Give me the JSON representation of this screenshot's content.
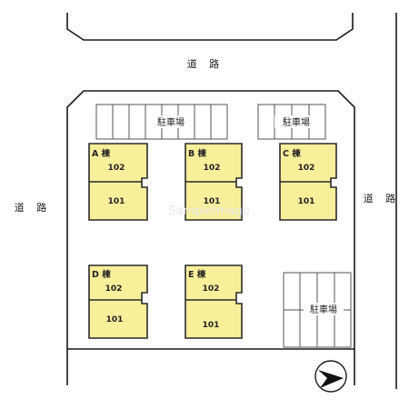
{
  "colors": {
    "building_fill": "#f7ef9a",
    "building_stroke": "#2a2a2a",
    "line": "#1a1a1a",
    "parking_stroke": "#555555"
  },
  "labels": {
    "road_top": "道 路",
    "road_left": "道 路",
    "road_right": "道 路",
    "parking_top_left": "駐車場",
    "parking_top_right": "駐車場",
    "parking_bottom_right": "駐車場",
    "watermark": "SampleImage"
  },
  "buildings": [
    {
      "name": "A 棟",
      "upper_unit": "102",
      "lower_unit": "101"
    },
    {
      "name": "B 棟",
      "upper_unit": "102",
      "lower_unit": "101"
    },
    {
      "name": "C 棟",
      "upper_unit": "102",
      "lower_unit": "101"
    },
    {
      "name": "D 棟",
      "upper_unit": "102",
      "lower_unit": "101"
    },
    {
      "name": "E 棟",
      "upper_unit": "102",
      "lower_unit": "101"
    }
  ],
  "compass": {
    "icon": "north-arrow-icon"
  }
}
